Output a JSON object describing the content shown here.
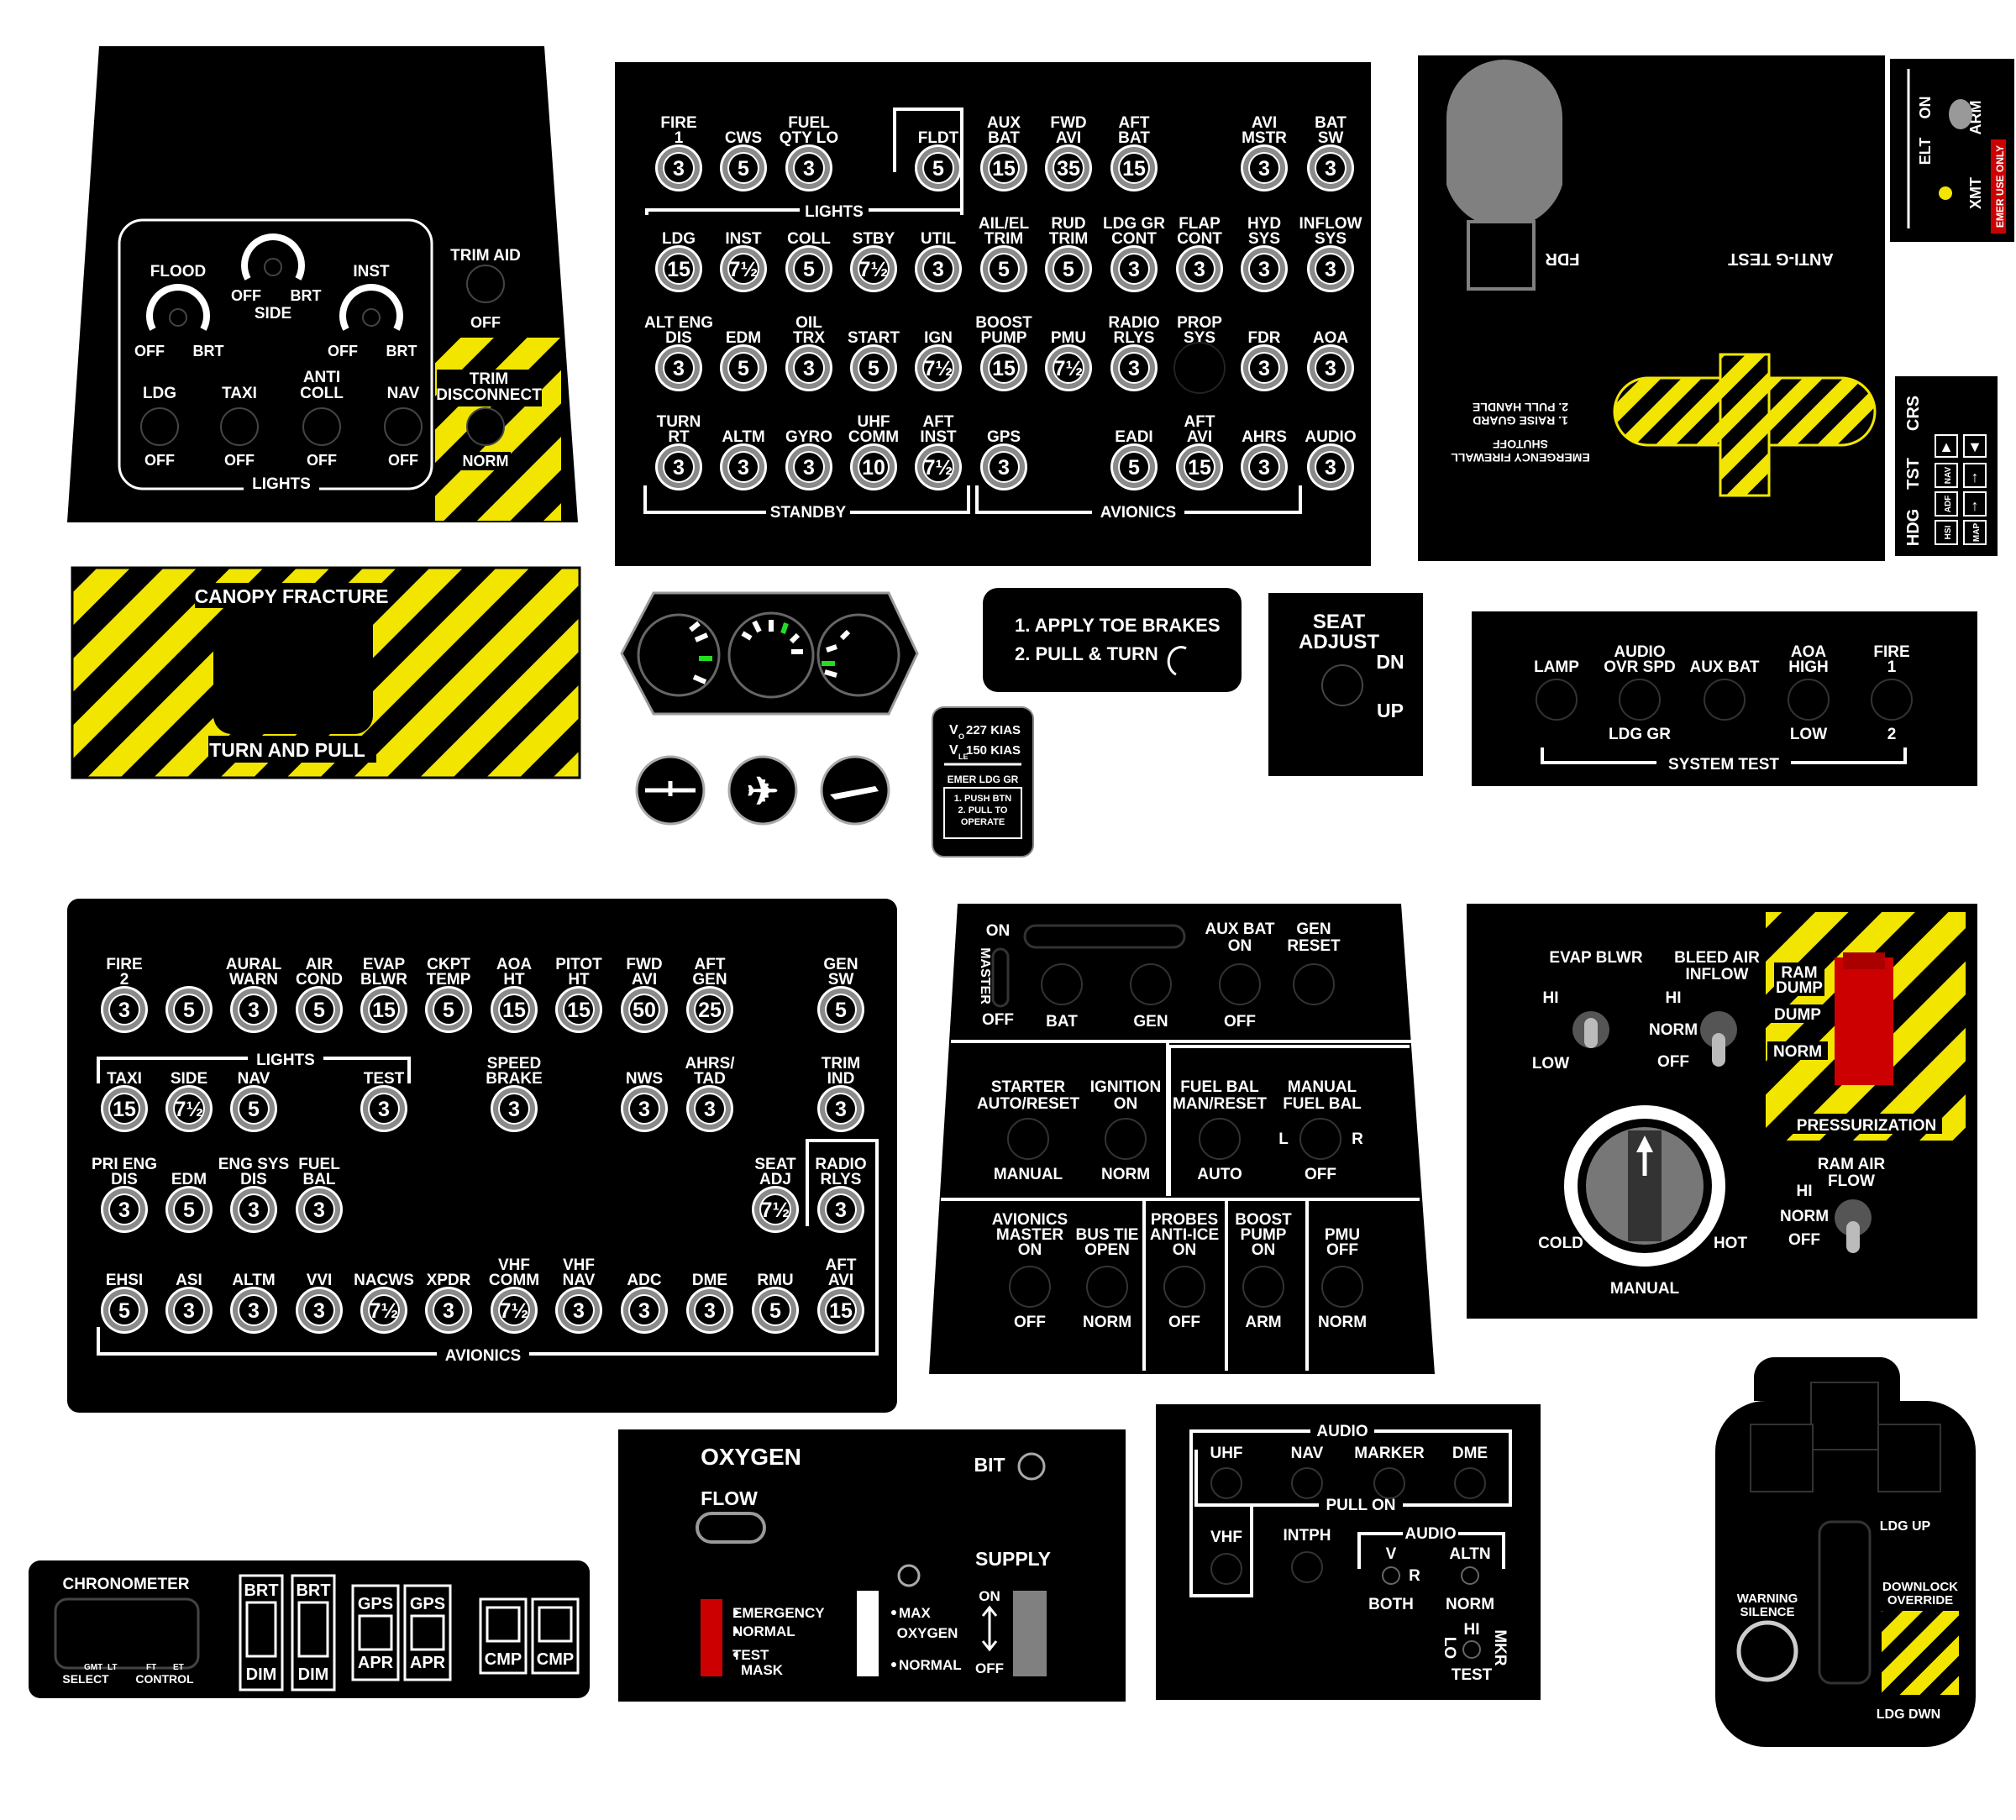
{
  "colors": {
    "panel": "#000000",
    "label": "#ffffff",
    "bezel": "#9a9a9a",
    "hazard": "#f2e600",
    "accent_green": "#22dd22",
    "red": "#cc0000",
    "grey": "#808080"
  },
  "p1": {
    "lights_group": "LIGHTS",
    "flood": "FLOOD",
    "inst": "INST",
    "side": "SIDE",
    "off": "OFF",
    "brt": "BRT",
    "ldg": "LDG",
    "taxi": "TAXI",
    "anti_coll": [
      "ANTI",
      "COLL"
    ],
    "nav": "NAV",
    "trim_aid": "TRIM AID",
    "trim_disc": [
      "TRIM",
      "DISCONNECT"
    ],
    "norm": "NORM"
  },
  "p2": {
    "row1": [
      {
        "l1": "FIRE",
        "l2": "1",
        "v": "3"
      },
      {
        "l1": "",
        "l2": "CWS",
        "v": "5"
      },
      {
        "l1": "FUEL",
        "l2": "QTY LO",
        "v": "3"
      },
      {
        "l1": "",
        "l2": "FLDT",
        "v": "5"
      },
      {
        "l1": "AUX",
        "l2": "BAT",
        "v": "15"
      },
      {
        "l1": "FWD",
        "l2": "AVI",
        "v": "35"
      },
      {
        "l1": "AFT",
        "l2": "BAT",
        "v": "15"
      },
      {
        "l1": "AVI",
        "l2": "MSTR",
        "v": "3"
      },
      {
        "l1": "BAT",
        "l2": "SW",
        "v": "3"
      }
    ],
    "lights_group": "LIGHTS",
    "row2": [
      {
        "l1": "",
        "l2": "LDG",
        "v": "15"
      },
      {
        "l1": "",
        "l2": "INST",
        "v": "7½"
      },
      {
        "l1": "",
        "l2": "COLL",
        "v": "5"
      },
      {
        "l1": "",
        "l2": "STBY",
        "v": "7½"
      },
      {
        "l1": "",
        "l2": "UTIL",
        "v": "3"
      },
      {
        "l1": "AIL/EL",
        "l2": "TRIM",
        "v": "5"
      },
      {
        "l1": "RUD",
        "l2": "TRIM",
        "v": "5"
      },
      {
        "l1": "LDG GR",
        "l2": "CONT",
        "v": "3"
      },
      {
        "l1": "FLAP",
        "l2": "CONT",
        "v": "3"
      },
      {
        "l1": "HYD",
        "l2": "SYS",
        "v": "3"
      },
      {
        "l1": "INFLOW",
        "l2": "SYS",
        "v": "3"
      }
    ],
    "row3": [
      {
        "l1": "ALT ENG",
        "l2": "DIS",
        "v": "3"
      },
      {
        "l1": "",
        "l2": "EDM",
        "v": "5"
      },
      {
        "l1": "OIL",
        "l2": "TRX",
        "v": "3"
      },
      {
        "l1": "",
        "l2": "START",
        "v": "5"
      },
      {
        "l1": "",
        "l2": "IGN",
        "v": "7½"
      },
      {
        "l1": "BOOST",
        "l2": "PUMP",
        "v": "15"
      },
      {
        "l1": "",
        "l2": "PMU",
        "v": "7½"
      },
      {
        "l1": "RADIO",
        "l2": "RLYS",
        "v": "3"
      },
      {
        "l1": "PROP",
        "l2": "SYS",
        "v": ""
      },
      {
        "l1": "",
        "l2": "FDR",
        "v": "3"
      },
      {
        "l1": "",
        "l2": "AOA",
        "v": "3"
      }
    ],
    "row4": [
      {
        "l1": "TURN",
        "l2": "RT",
        "v": "3"
      },
      {
        "l1": "",
        "l2": "ALTM",
        "v": "3"
      },
      {
        "l1": "",
        "l2": "GYRO",
        "v": "3"
      },
      {
        "l1": "UHF",
        "l2": "COMM",
        "v": "10"
      },
      {
        "l1": "AFT",
        "l2": "INST",
        "v": "7½"
      },
      {
        "l1": "",
        "l2": "GPS",
        "v": "3"
      },
      {
        "l1": "",
        "l2": "EADI",
        "v": "5"
      },
      {
        "l1": "AFT",
        "l2": "AVI",
        "v": "15"
      },
      {
        "l1": "",
        "l2": "AHRS",
        "v": "3"
      },
      {
        "l1": "",
        "l2": "AUDIO",
        "v": "3"
      }
    ],
    "standby": "STANDBY",
    "avionics": "AVIONICS"
  },
  "p3": {
    "fdr": "FDR",
    "anti_g": "ANTI-G TEST",
    "em1": "EMERGENCY FIREWALL",
    "em2": "SHUTOFF",
    "em3": "1. RAISE GUARD",
    "em4": "2. PULL HANDLE"
  },
  "p4": {
    "elt": "ELT",
    "on": "ON",
    "arm": "ARM",
    "xmt": "XMT",
    "emer": "EMER USE ONLY"
  },
  "p5": {
    "crs": "CRS",
    "tst": "TST",
    "hdg": "HDG",
    "btn1": "NAV",
    "btn2": "ADF",
    "btn3": "HSI",
    "btn4": "MAP"
  },
  "p6": {
    "top": "CANOPY FRACTURE",
    "bottom": "TURN AND PULL"
  },
  "p8": {
    "l1": "1. APPLY TOE BRAKES",
    "l2": "2. PULL & TURN"
  },
  "p9": {
    "l1": "SEAT",
    "l2": "ADJUST",
    "dn": "DN",
    "up": "UP"
  },
  "p10": {
    "l1": "V",
    "s1": "O",
    "t1": "227 KIAS",
    "l2": "V",
    "s2": "LE",
    "t2": "150 KIAS",
    "e1": "EMER LDG GR",
    "e2": "1. PUSH BTN",
    "e3": "2. PULL TO",
    "e4": "OPERATE"
  },
  "p11": {
    "lamp": "LAMP",
    "audio": [
      "AUDIO",
      "OVR SPD"
    ],
    "auxbat": "AUX BAT",
    "aoa": [
      "AOA",
      "HIGH"
    ],
    "fire": [
      "FIRE",
      "1"
    ],
    "ldggr": "LDG GR",
    "low": "LOW",
    "two": "2",
    "sys": "SYSTEM TEST"
  },
  "p12": {
    "row1": [
      {
        "l1": "FIRE",
        "l2": "2",
        "v": "3"
      },
      {
        "l1": "",
        "l2": "",
        "v": "5"
      },
      {
        "l1": "AURAL",
        "l2": "WARN",
        "v": "3"
      },
      {
        "l1": "AIR",
        "l2": "COND",
        "v": "5"
      },
      {
        "l1": "EVAP",
        "l2": "BLWR",
        "v": "15"
      },
      {
        "l1": "CKPT",
        "l2": "TEMP",
        "v": "5"
      },
      {
        "l1": "AOA",
        "l2": "HT",
        "v": "15"
      },
      {
        "l1": "PITOT",
        "l2": "HT",
        "v": "15"
      },
      {
        "l1": "FWD",
        "l2": "AVI",
        "v": "50"
      },
      {
        "l1": "AFT",
        "l2": "GEN",
        "v": "25"
      },
      {
        "l1": "GEN",
        "l2": "SW",
        "v": "5"
      }
    ],
    "lights_group": "LIGHTS",
    "row2": [
      {
        "l1": "",
        "l2": "TAXI",
        "v": "15"
      },
      {
        "l1": "",
        "l2": "SIDE",
        "v": "7½"
      },
      {
        "l1": "",
        "l2": "NAV",
        "v": "5"
      },
      {
        "l1": "",
        "l2": "TEST",
        "v": "3"
      },
      {
        "l1": "SPEED",
        "l2": "BRAKE",
        "v": "3"
      },
      {
        "l1": "",
        "l2": "NWS",
        "v": "3"
      },
      {
        "l1": "AHRS/",
        "l2": "TAD",
        "v": "3"
      },
      {
        "l1": "TRIM",
        "l2": "IND",
        "v": "3"
      }
    ],
    "row3": [
      {
        "l1": "PRI ENG",
        "l2": "DIS",
        "v": "3"
      },
      {
        "l1": "",
        "l2": "EDM",
        "v": "5"
      },
      {
        "l1": "ENG SYS",
        "l2": "DIS",
        "v": "3"
      },
      {
        "l1": "FUEL",
        "l2": "BAL",
        "v": "3"
      },
      {
        "l1": "SEAT",
        "l2": "ADJ",
        "v": "7½"
      },
      {
        "l1": "RADIO",
        "l2": "RLYS",
        "v": "3"
      }
    ],
    "row4": [
      {
        "l1": "",
        "l2": "EHSI",
        "v": "5"
      },
      {
        "l1": "",
        "l2": "ASI",
        "v": "3"
      },
      {
        "l1": "",
        "l2": "ALTM",
        "v": "3"
      },
      {
        "l1": "",
        "l2": "VVI",
        "v": "3"
      },
      {
        "l1": "",
        "l2": "NACWS",
        "v": "7½"
      },
      {
        "l1": "",
        "l2": "XPDR",
        "v": "3"
      },
      {
        "l1": "VHF",
        "l2": "COMM",
        "v": "7½"
      },
      {
        "l1": "VHF",
        "l2": "NAV",
        "v": "3"
      },
      {
        "l1": "",
        "l2": "ADC",
        "v": "3"
      },
      {
        "l1": "",
        "l2": "DME",
        "v": "3"
      },
      {
        "l1": "",
        "l2": "RMU",
        "v": "5"
      },
      {
        "l1": "AFT",
        "l2": "AVI",
        "v": "15"
      }
    ],
    "avionics": "AVIONICS"
  },
  "p13": {
    "on": "ON",
    "master": "MASTER",
    "off": "OFF",
    "bat": "BAT",
    "gen": "GEN",
    "auxbat": [
      "AUX BAT",
      "ON"
    ],
    "genreset": [
      "GEN",
      "RESET"
    ],
    "off2": "OFF",
    "starter": [
      "STARTER",
      "AUTO/RESET"
    ],
    "manual": "MANUAL",
    "ignition": [
      "IGNITION",
      "ON"
    ],
    "norm": "NORM",
    "fuelbal": [
      "FUEL BAL",
      "MAN/RESET"
    ],
    "auto": "AUTO",
    "manfuel": [
      "MANUAL",
      "FUEL BAL"
    ],
    "l": "L",
    "r": "R",
    "off3": "OFF",
    "avmaster": [
      "AVIONICS",
      "MASTER",
      "ON"
    ],
    "bustie": [
      "BUS TIE",
      "OPEN"
    ],
    "probes": [
      "PROBES",
      "ANTI-ICE",
      "ON"
    ],
    "boost": [
      "BOOST",
      "PUMP",
      "ON"
    ],
    "arm": "ARM",
    "pmu": [
      "PMU",
      "OFF"
    ]
  },
  "p14": {
    "evap": "EVAP BLWR",
    "hi": "HI",
    "low": "LOW",
    "bleed": [
      "BLEED AIR",
      "INFLOW"
    ],
    "norm": "NORM",
    "off": "OFF",
    "ramdump": [
      "RAM",
      "DUMP"
    ],
    "dump": "DUMP",
    "rnorm": "NORM",
    "press": "PRESSURIZATION",
    "ramair": [
      "RAM AIR",
      "FLOW"
    ],
    "cold": "COLD",
    "hot": "HOT",
    "manual": "MANUAL"
  },
  "p15": {
    "title": "CHRONOMETER",
    "gmt": "GMT",
    "lt": "LT",
    "ft": "FT",
    "et": "ET",
    "select": "SELECT",
    "control": "CONTROL",
    "brt": "BRT",
    "dim": "DIM",
    "gps": "GPS",
    "apr": "APR",
    "cmp": "CMP"
  },
  "p16": {
    "title": "OXYGEN",
    "bit": "BIT",
    "flow": "FLOW",
    "supply": "SUPPLY",
    "emergency": "EMERGENCY",
    "normal": "NORMAL",
    "test": "TEST",
    "mask": "MASK",
    "max": "MAX",
    "oxygen": "OXYGEN",
    "normal2": "NORMAL",
    "on": "ON",
    "off": "OFF"
  },
  "p17": {
    "audio": "AUDIO",
    "uhf": "UHF",
    "nav": "NAV",
    "marker": "MARKER",
    "dme": "DME",
    "pullon": "PULL ON",
    "vhf": "VHF",
    "intph": "INTPH",
    "v": "V",
    "r": "R",
    "altn": "ALTN",
    "both": "BOTH",
    "norm": "NORM",
    "hi": "HI",
    "lo": "LO",
    "mkr": "MKR",
    "test": "TEST"
  },
  "p18": {
    "ldgup": "LDG UP",
    "warn": [
      "WARNING",
      "SILENCE"
    ],
    "downlock": [
      "DOWNLOCK",
      "OVERRIDE"
    ],
    "ldgdwn": "LDG DWN"
  }
}
